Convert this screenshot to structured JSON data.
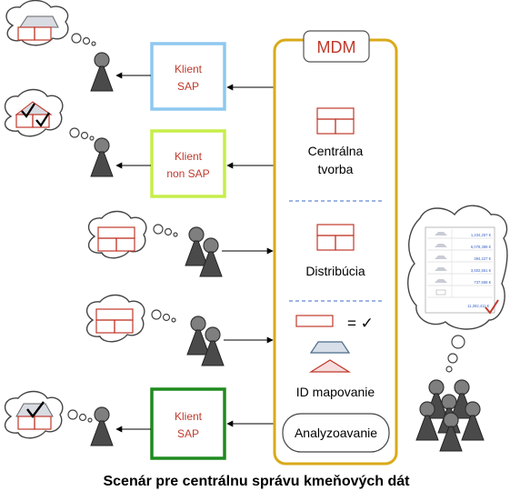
{
  "mdm": {
    "title": "MDM"
  },
  "sections": {
    "central_creation": {
      "line1": "Centrálna",
      "line2": "tvorba"
    },
    "distribution": {
      "label": "Distribúcia"
    },
    "id_mapping": {
      "label": "ID mapovanie",
      "equals": "= ✓"
    },
    "analysis": {
      "label": "Analyzoavanie"
    }
  },
  "clients": [
    {
      "line1": "Klient",
      "line2": "SAP",
      "border": "#8ec8f0"
    },
    {
      "line1": "Klient",
      "line2": "non SAP",
      "border": "#c6ee4a"
    },
    {
      "line1": "Klient",
      "line2": "SAP",
      "border": "#1f8a1f"
    }
  ],
  "report": {
    "values": [
      "1,234,257 €",
      "6,078,388 €",
      "394,227 €",
      "3,602,551 €",
      "737,558 €"
    ],
    "total": "11,392,411 €"
  },
  "caption": "Scenár pre centrálnu správu kmeňových dát",
  "colors": {
    "mdm_border": "#d9aa1a",
    "accent_red": "#c0392b",
    "person_fill": "#7f7f7f",
    "person_dark": "#4a4a4a",
    "divider": "#3b6bc4",
    "table_blue": "#3a64c8"
  }
}
